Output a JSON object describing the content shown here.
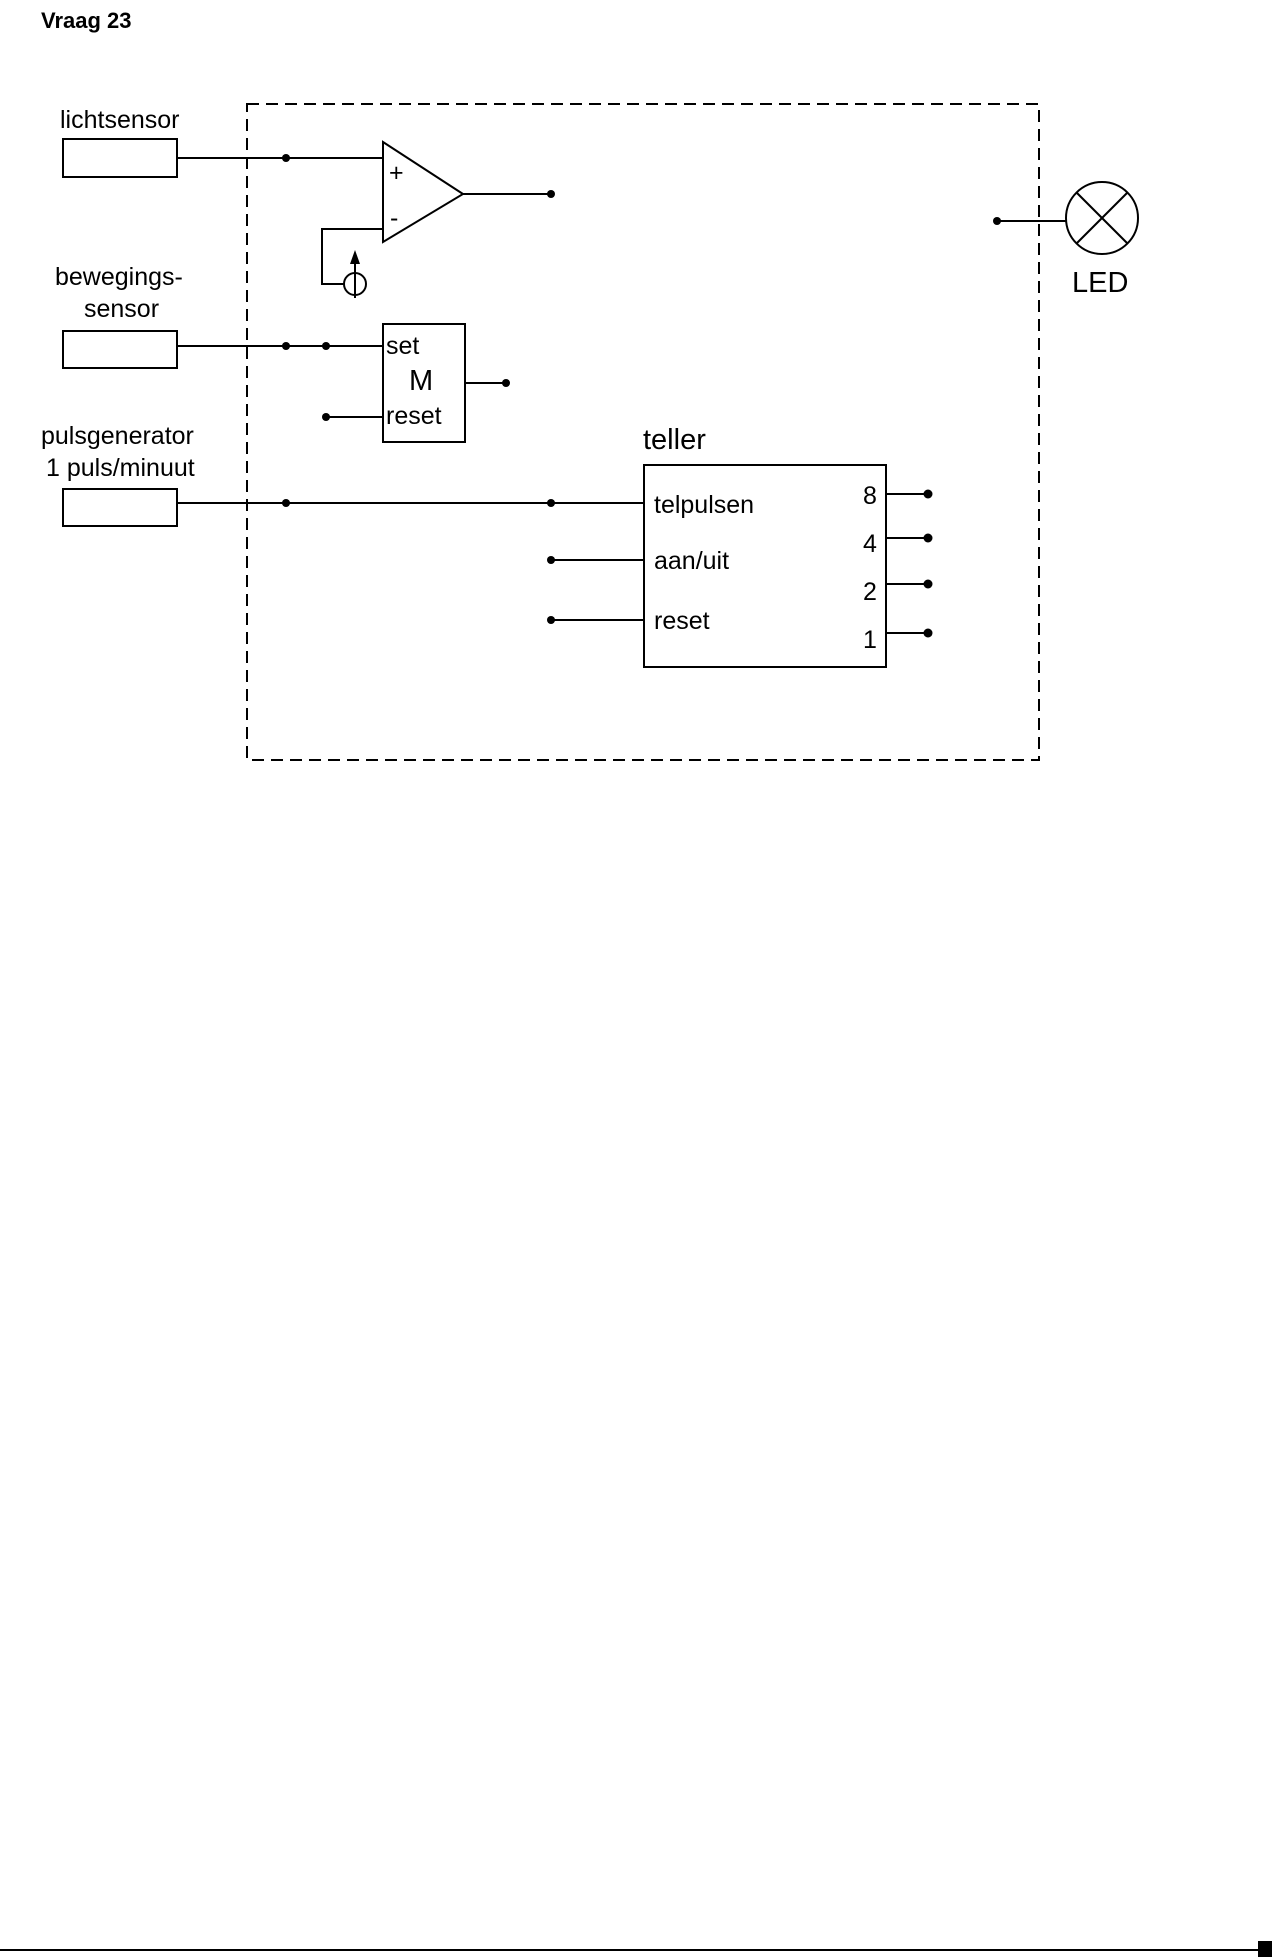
{
  "heading": "Vraag 23",
  "inputs": {
    "light_sensor": "lichtsensor",
    "motion_sensor_line1": "bewegings-",
    "motion_sensor_line2": "sensor",
    "pulse_generator_line1": "pulsgenerator",
    "pulse_generator_line2": "1 puls/minuut"
  },
  "comparator": {
    "plus": "+",
    "minus": "-"
  },
  "memory_cell": {
    "set": "set",
    "name": "M",
    "reset": "reset"
  },
  "counter": {
    "title": "teller",
    "inputs": [
      "telpulsen",
      "aan/uit",
      "reset"
    ],
    "outputs": [
      "8",
      "4",
      "2",
      "1"
    ]
  },
  "output": {
    "led": "LED"
  }
}
